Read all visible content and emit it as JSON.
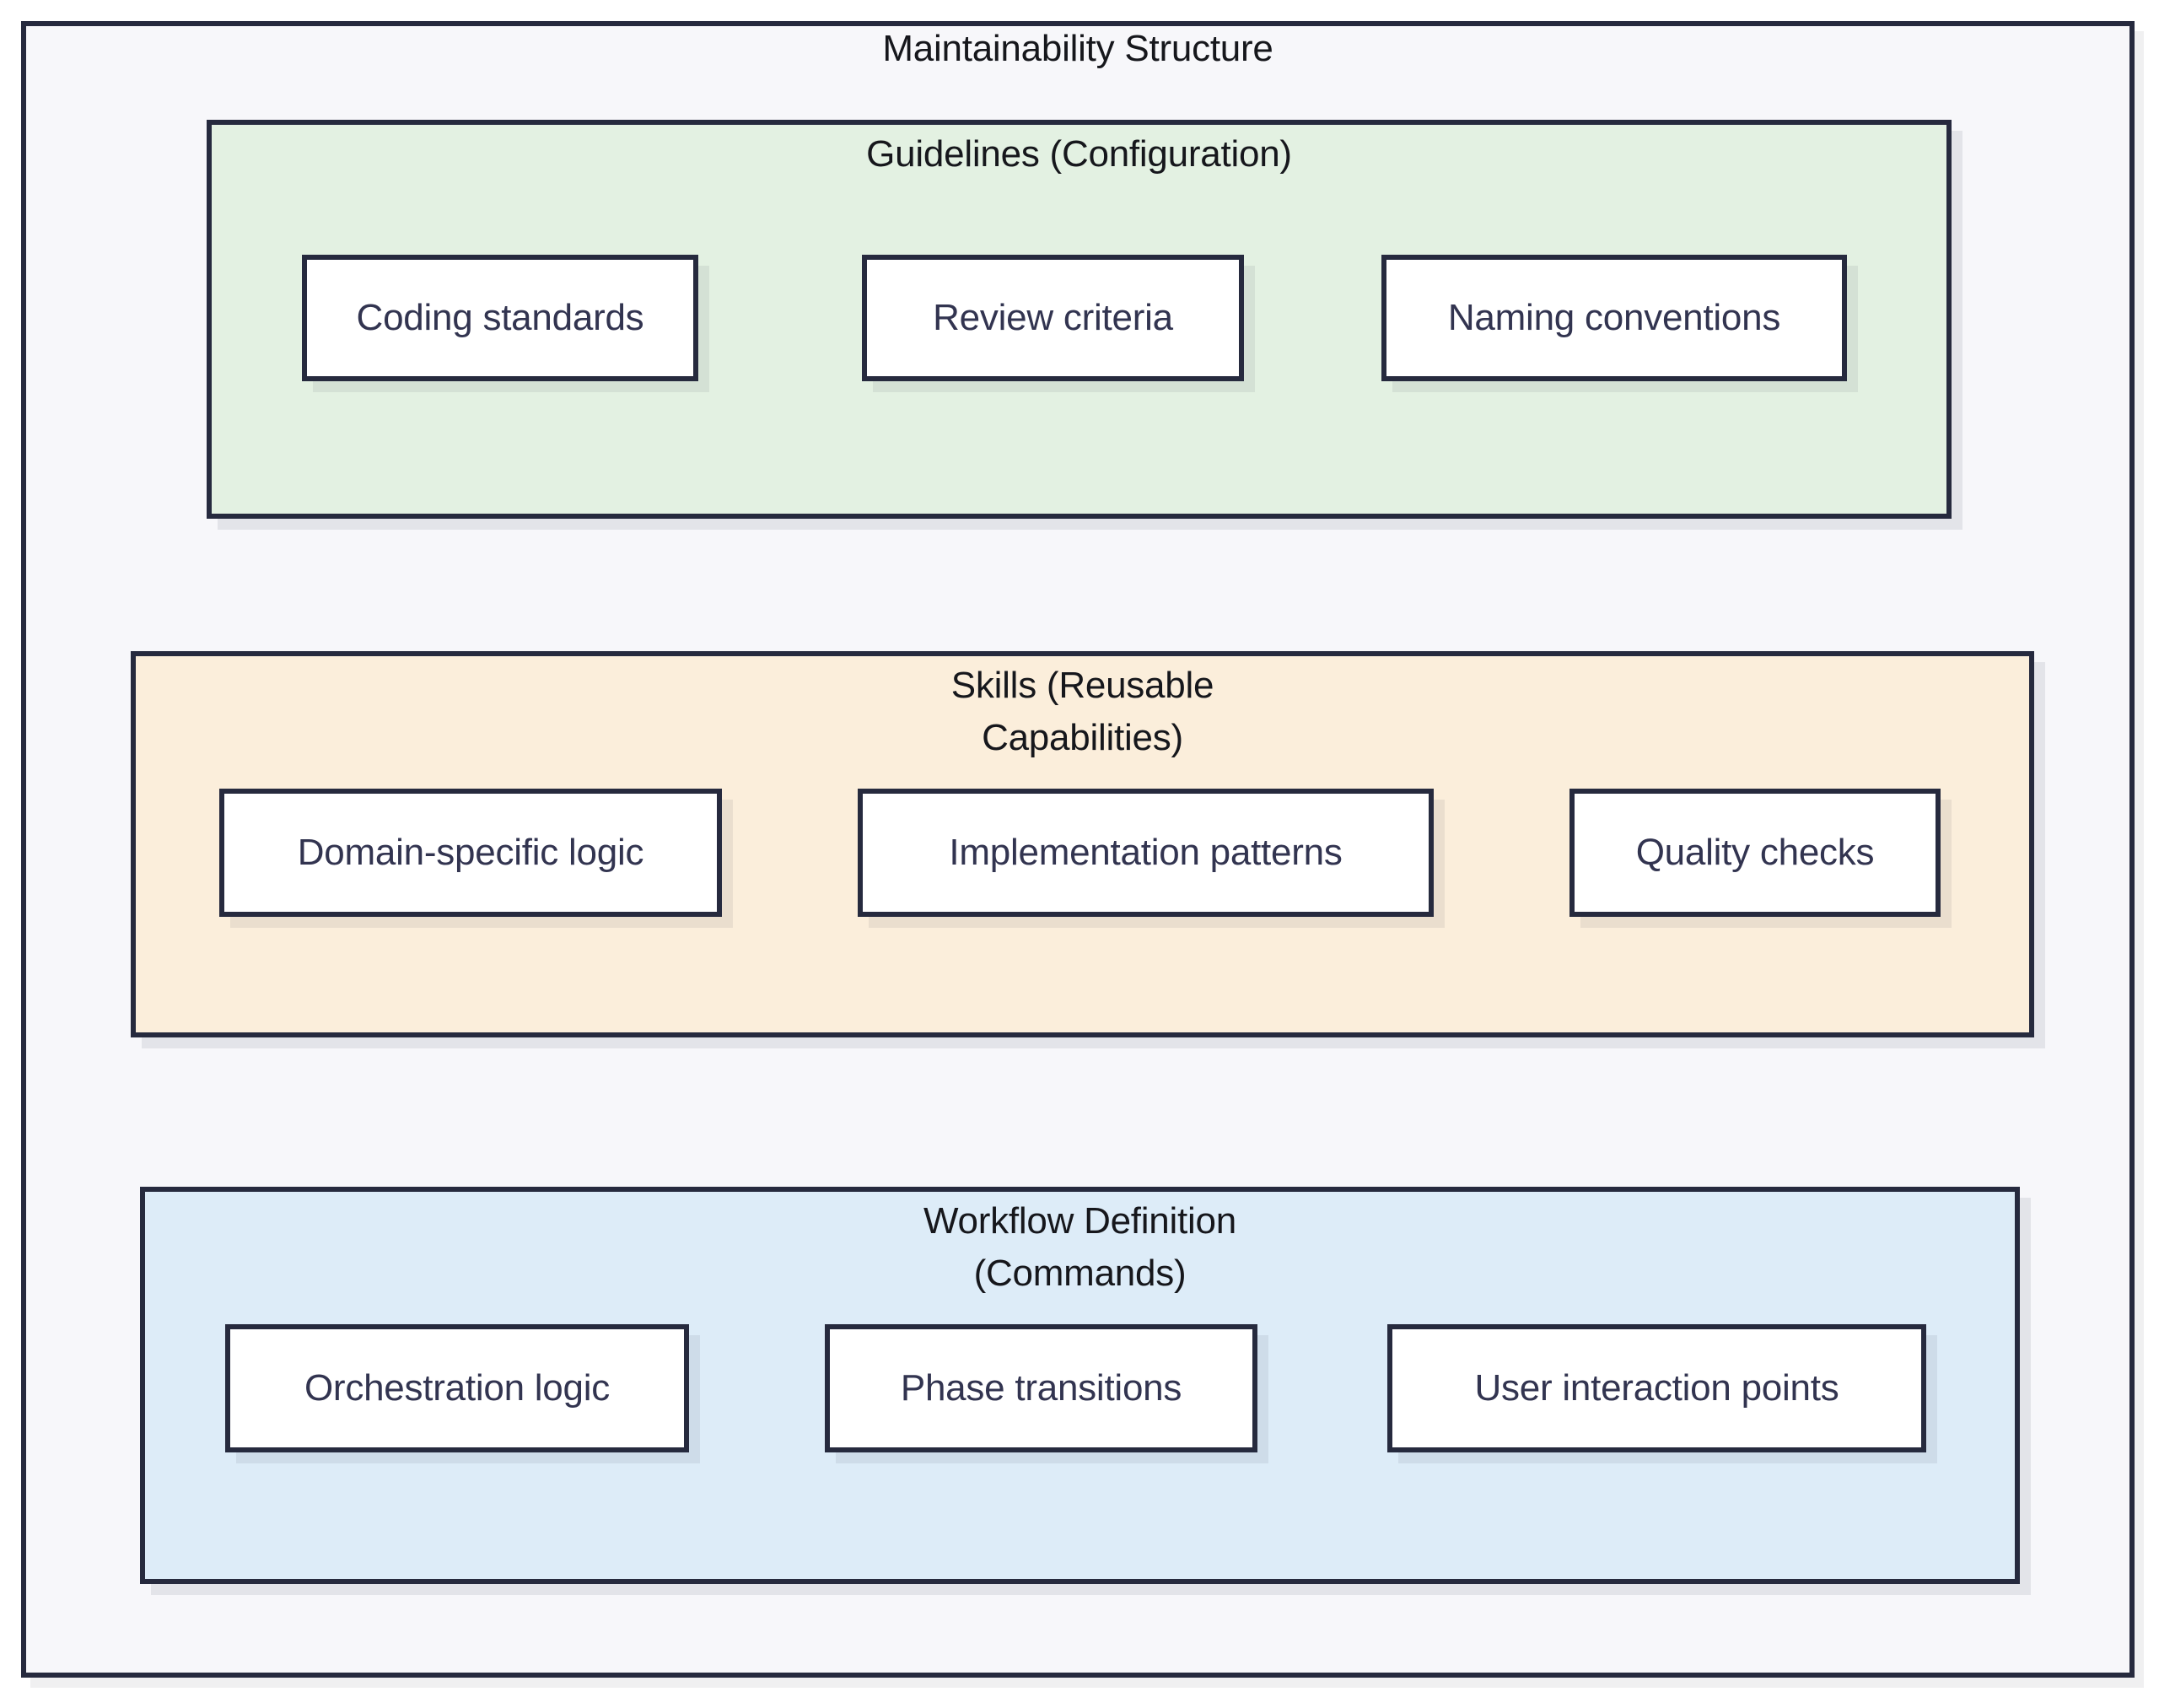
{
  "diagram": {
    "title": "Maintainability Structure",
    "sections": [
      {
        "name": "guidelines",
        "title_lines": [
          "Guidelines (Configuration)"
        ],
        "fill": "#e3f1e2",
        "nodes": [
          "Coding standards",
          "Review criteria",
          "Naming conventions"
        ]
      },
      {
        "name": "skills",
        "title_lines": [
          "Skills (Reusable",
          "Capabilities)"
        ],
        "fill": "#fbeedb",
        "nodes": [
          "Domain-specific logic",
          "Implementation patterns",
          "Quality checks"
        ]
      },
      {
        "name": "workflow",
        "title_lines": [
          "Workflow Definition",
          "(Commands)"
        ],
        "fill": "#ddecf8",
        "nodes": [
          "Orchestration logic",
          "Phase transitions",
          "User interaction points"
        ]
      }
    ],
    "colors": {
      "border": "#262a3e",
      "canvas_fill": "#f7f7fa",
      "node_fill": "#ffffff",
      "title_text": "#16171c",
      "node_text": "#323450"
    }
  }
}
